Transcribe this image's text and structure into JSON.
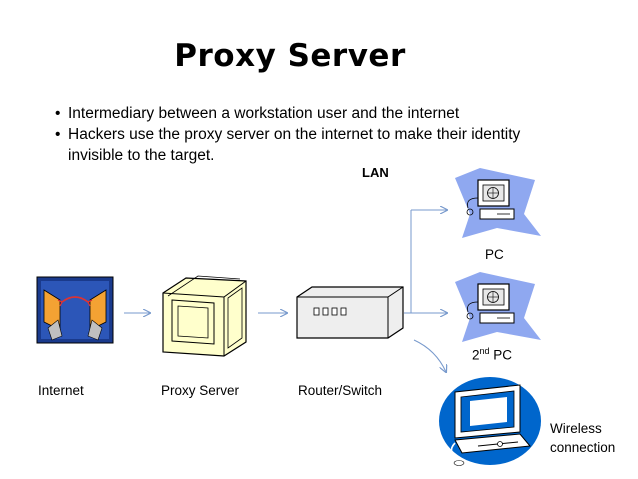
{
  "slide": {
    "title": "Proxy Server",
    "bullets": [
      "Intermediary between a workstation user and the internet",
      "Hackers use the proxy server on the internet to make their identity invisible to the target."
    ]
  },
  "diagram": {
    "lan_label": "LAN",
    "nodes": {
      "internet": "Internet",
      "proxy_server": "Proxy Server",
      "router_switch": "Router/Switch",
      "pc1": "PC",
      "pc2_base": "2",
      "pc2_sup": "nd",
      "pc2_tail": " PC",
      "wireless_line1": "Wireless",
      "wireless_line2": "connection"
    },
    "colors": {
      "arrow": "#7799cc",
      "internet_bg": "#1a3a8c",
      "internet_accent": "#f4a233",
      "proxy_fill": "#ffffcc",
      "router_fill": "#eeeeee",
      "pc_burst": "#8fa8f0",
      "wireless_blue": "#0066cc"
    },
    "icons": [
      "internet-globe-icon",
      "proxy-server-icon",
      "router-switch-icon",
      "pc-icon",
      "wireless-computer-icon"
    ]
  }
}
